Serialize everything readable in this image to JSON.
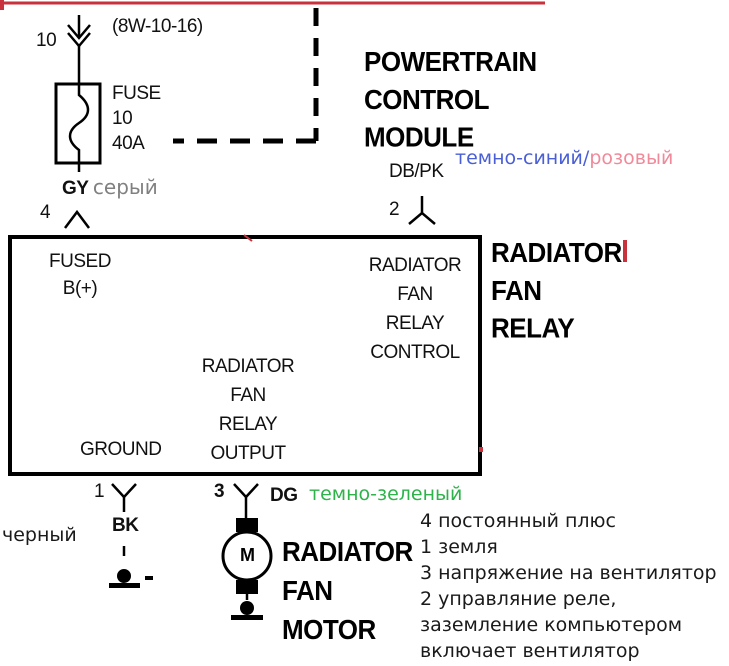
{
  "diagram": {
    "pcm": {
      "reference": "(8W-10-16)",
      "title_lines": [
        "POWERTRAIN",
        "CONTROL",
        "MODULE"
      ]
    },
    "fuse": {
      "connector_pin": "10",
      "lines": [
        "FUSE",
        "10",
        "40A"
      ]
    },
    "wires": {
      "fused_feed": {
        "pin": "4",
        "code": "GY",
        "translation": "серый",
        "translation_color": "#808080"
      },
      "control": {
        "pin": "2",
        "code": "DB/PK",
        "translation_part1": "темно-синий",
        "translation_sep": "/",
        "translation_part2": "розовый",
        "color1": "#4a5fd6",
        "color2": "#f08a9a"
      },
      "ground": {
        "pin": "1",
        "code": "BK",
        "translation": "черный",
        "translation_color": "#1a1a1a"
      },
      "output": {
        "pin": "3",
        "code": "DG",
        "translation": "темно-зеленый",
        "translation_color": "#2db34a"
      }
    },
    "relay": {
      "title_lines": [
        "RADIATOR",
        "FAN",
        "RELAY"
      ],
      "terminals": {
        "fused_b": [
          "FUSED",
          "B(+)"
        ],
        "control": [
          "RADIATOR",
          "FAN",
          "RELAY",
          "CONTROL"
        ],
        "output": [
          "RADIATOR",
          "FAN",
          "RELAY",
          "OUTPUT"
        ],
        "ground": [
          "GROUND"
        ]
      }
    },
    "motor": {
      "symbol": "M",
      "title_lines": [
        "RADIATOR",
        "FAN",
        "MOTOR"
      ]
    },
    "ground_symbol_suffix": "-",
    "notes": [
      "4 постоянный плюс",
      "1 земля",
      "3 напряжение на вентилятор",
      "2 управляние реле,",
      "заземление компьютером",
      "включает вентилятор"
    ],
    "accent_color": "#c8323c"
  }
}
